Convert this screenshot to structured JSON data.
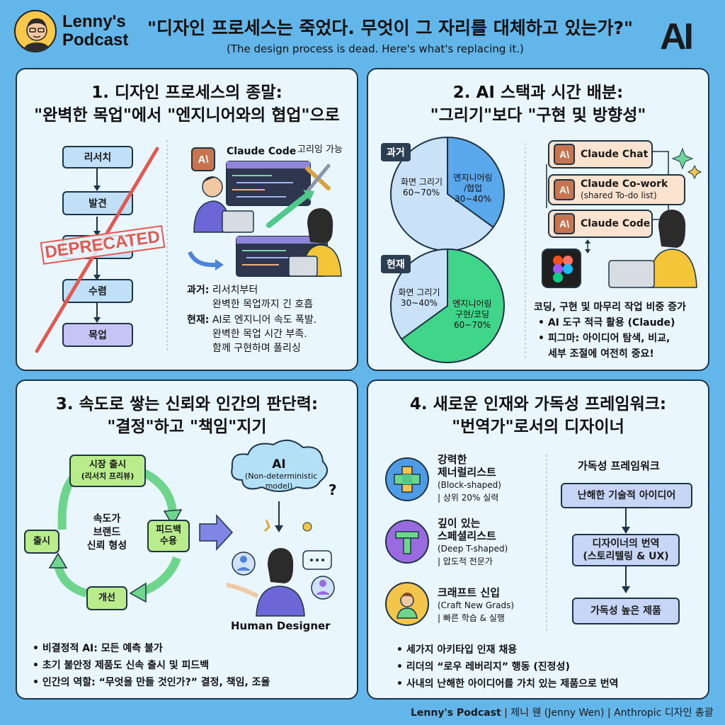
{
  "header": {
    "brand_line1": "Lenny's",
    "brand_line2": "Podcast",
    "title": "\"디자인 프로세스는 죽었다. 무엇이 그 자리를 대체하고 있는가?\"",
    "subtitle": "(The design process is dead. Here's what's replacing it.)",
    "logo_text": "AI"
  },
  "panel1": {
    "title_line1": "1. 디자인 프로세스의 종말:",
    "title_line2": "\"완벽한 목업\"에서 \"엔지니어와의 협업\"으로",
    "steps": [
      "리서치",
      "발견",
      "",
      "수렴",
      "목업"
    ],
    "deprecated": "DEPRECATED",
    "claude_code": "Claude Code",
    "claude_icon": "A\\",
    "forging": "고리잉 가능",
    "past_label": "과거:",
    "past_line1": "리서치부터",
    "past_line2": "완벽한 목업까지 긴 호흡",
    "now_label": "현재:",
    "now_line1": "AI로 엔지니어 속도 폭발.",
    "now_line2": "완벽한 목업 시간 부족.",
    "now_line3": "함께 구현하며 폴리싱"
  },
  "panel2": {
    "title_line1": "2. AI 스택과 시간 배분:",
    "title_line2": "\"그리기\"보다 \"구현 및 방향성\"",
    "past_tag": "과거",
    "now_tag": "현재",
    "past_pie": [
      {
        "label1": "화면 그리기",
        "label2": "60~70%",
        "value": 65,
        "color": "#c9e2f7"
      },
      {
        "label1": "엔지니어링",
        "label2": "/협업",
        "label3": "30~40%",
        "value": 35,
        "color": "#5aa8ec"
      }
    ],
    "now_pie": [
      {
        "label1": "화면 그리기",
        "label2": "30~40%",
        "value": 35,
        "color": "#c9e2f7"
      },
      {
        "label1": "엔지니어링",
        "label2": "구현/코딩",
        "label3": "60~70%",
        "value": 65,
        "color": "#3fd68a"
      }
    ],
    "tools": [
      {
        "name": "Claude Chat"
      },
      {
        "name": "Claude Co-work",
        "sub": "(shared To-do list)"
      },
      {
        "name": "Claude Code"
      }
    ],
    "tool_icon": "A\\",
    "note_line1": "코딩, 구현 및 마무리 작업 비중 증가",
    "note_line2": "AI 도구 적극 활용 (Claude)",
    "note_line3": "피그마: 아이디어 탐색, 비교,",
    "note_line4": "세부 조절에 여전히 중요!"
  },
  "panel3": {
    "title_line1": "3. 속도로 쌓는 신뢰와 인간의 판단력:",
    "title_line2": "\"결정\"하고 \"책임\"지기",
    "cycle_launch_market": "시장 출시",
    "cycle_launch_market_sub": "(리서치 프리뷰)",
    "cycle_feedback": "피드백",
    "cycle_feedback2": "수용",
    "cycle_improve": "개선",
    "cycle_release": "출시",
    "center_line1": "속도가",
    "center_line2": "브랜드",
    "center_line3": "신뢰 형성",
    "ai_cloud_title": "AI",
    "ai_cloud_sub1": "(Non-deterministic",
    "ai_cloud_sub2": "model)",
    "question": "?",
    "human_label": "Human Designer",
    "bullet1": "비결정적 AI: 모든 예측 불가",
    "bullet2": "초기 불안정 제품도 신속 출시 및 피드백",
    "bullet3": "인간의 역할: “무엇을 만들 것인가?” 결정, 책임, 조율"
  },
  "panel4": {
    "title_line1": "4. 새로운 인재와 가독성 프레임워크:",
    "title_line2": "\"번역가\"로서의 디자이너",
    "archetypes": [
      {
        "name1": "강력한",
        "name2": "제너럴리스트",
        "en": "(Block-shaped)",
        "desc": "| 상위 20% 실력",
        "color": "#4e9be6"
      },
      {
        "name1": "깊이 있는",
        "name2": "스페셜리스트",
        "en": "(Deep T-shaped)",
        "desc": "| 압도적 전문가",
        "color": "#9a6be0"
      },
      {
        "name1": "크래프트 신입",
        "name2": "",
        "en": "(Craft New Grads)",
        "desc": "| 빠른 학습 & 실행",
        "color": "#f3c64b"
      }
    ],
    "framework_title": "가독성 프레임워크",
    "fw_step1": "난해한 기술적 아이디어",
    "fw_step2a": "디자이너의 번역",
    "fw_step2b": "(스토리텔링 & UX)",
    "fw_step3": "가독성 높은 제품",
    "bullet1": "세가지 아키타입 인재 채용",
    "bullet2": "리더의 “로우 레버리지” 행동 (진정성)",
    "bullet3": "사내의 난해한 아이디어를 가치 있는 제품으로 번역"
  },
  "footer": {
    "podcast": "Lenny's Podcast",
    "guest": "| 제니 웬 (Jenny Wen)",
    "role": "| Anthropic 디자인 총괄"
  }
}
